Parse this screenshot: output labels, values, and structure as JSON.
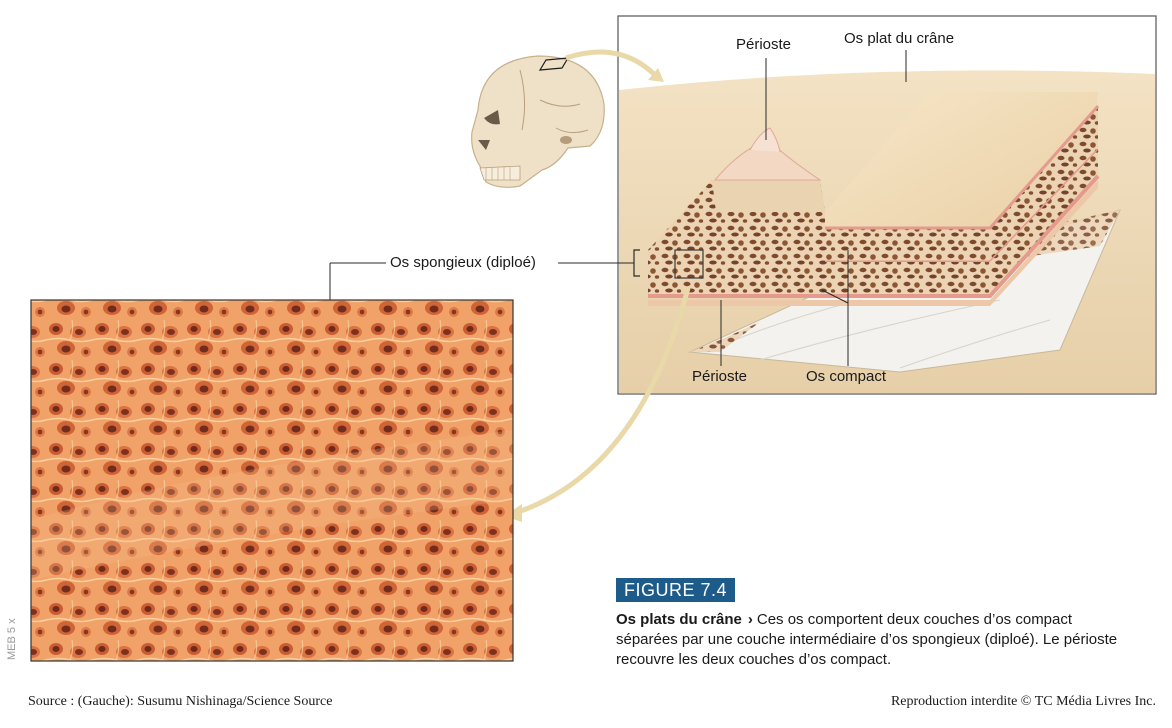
{
  "labels": {
    "periosteum_top": "Périoste",
    "flat_bone": "Os plat du crâne",
    "spongy_bone": "Os spongieux (diploé)",
    "periosteum_bottom": "Périoste",
    "compact_bone": "Os compact"
  },
  "figure": {
    "number": "FIGURE 7.4",
    "title": "Os plats du crâne",
    "chevron": "›",
    "text": "Ces os comportent deux couches d’os compact séparées par une couche intermédiaire d’os spongieux (diploé). Le périoste recouvre les deux couches d’os compact."
  },
  "magnification": "MEB 5 x",
  "source": "Source : (Gauche): Susumu Nishinaga/Science Source",
  "rights": "Reproduction interdite © TC Média Livres Inc.",
  "colors": {
    "figure_badge": "#1d5c8a",
    "bone_cream": "#f1dfc0",
    "spongy_brown": "#8a5a3c",
    "periosteum_pink": "#e7a59a",
    "micrograph_orange": "#f09a5a",
    "arrow_cream": "#e8d49a"
  },
  "icons": [
    "skull-icon",
    "curved-arrow-icon"
  ]
}
